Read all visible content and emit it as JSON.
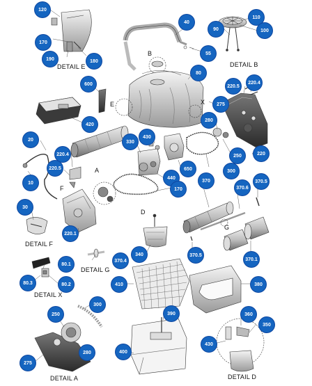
{
  "callouts": [
    {
      "id": "c120",
      "text": "120"
    },
    {
      "id": "c170a",
      "text": "170"
    },
    {
      "id": "c190",
      "text": "190"
    },
    {
      "id": "c180",
      "text": "180"
    },
    {
      "id": "c40",
      "text": "40"
    },
    {
      "id": "c110",
      "text": "110"
    },
    {
      "id": "c90",
      "text": "90"
    },
    {
      "id": "c100",
      "text": "100"
    },
    {
      "id": "c55",
      "text": "55"
    },
    {
      "id": "c80",
      "text": "80"
    },
    {
      "id": "c600",
      "text": "600"
    },
    {
      "id": "c2205a",
      "text": "220.5"
    },
    {
      "id": "c2204a",
      "text": "220.4"
    },
    {
      "id": "c275a",
      "text": "275"
    },
    {
      "id": "c420",
      "text": "420"
    },
    {
      "id": "c280a",
      "text": "280"
    },
    {
      "id": "c250a",
      "text": "250"
    },
    {
      "id": "c220",
      "text": "220"
    },
    {
      "id": "c430a",
      "text": "430"
    },
    {
      "id": "c330",
      "text": "330"
    },
    {
      "id": "c20",
      "text": "20"
    },
    {
      "id": "c2204b",
      "text": "220.4"
    },
    {
      "id": "c2205b",
      "text": "220.5"
    },
    {
      "id": "c650",
      "text": "650"
    },
    {
      "id": "c300a",
      "text": "300"
    },
    {
      "id": "c440",
      "text": "440"
    },
    {
      "id": "c10",
      "text": "10"
    },
    {
      "id": "c370",
      "text": "370"
    },
    {
      "id": "c3706",
      "text": "370.6"
    },
    {
      "id": "c3705a",
      "text": "370.5"
    },
    {
      "id": "c170b",
      "text": "170"
    },
    {
      "id": "c30",
      "text": "30"
    },
    {
      "id": "c2201",
      "text": "220.1"
    },
    {
      "id": "c340",
      "text": "340"
    },
    {
      "id": "c3705b",
      "text": "370.5"
    },
    {
      "id": "c3701",
      "text": "370.1"
    },
    {
      "id": "c3704",
      "text": "370.4"
    },
    {
      "id": "c801",
      "text": "80.1"
    },
    {
      "id": "c803",
      "text": "80.3"
    },
    {
      "id": "c802",
      "text": "80.2"
    },
    {
      "id": "c410",
      "text": "410"
    },
    {
      "id": "c380",
      "text": "380"
    },
    {
      "id": "c300b",
      "text": "300"
    },
    {
      "id": "c250b",
      "text": "250"
    },
    {
      "id": "c390",
      "text": "390"
    },
    {
      "id": "c360",
      "text": "360"
    },
    {
      "id": "c350",
      "text": "350"
    },
    {
      "id": "c430b",
      "text": "430"
    },
    {
      "id": "c400",
      "text": "400"
    },
    {
      "id": "c275b",
      "text": "275"
    },
    {
      "id": "c280b",
      "text": "280"
    }
  ],
  "details": {
    "e": "DETAIL E",
    "b": "DETAIL B",
    "f": "DETAIL F",
    "g": "DETAIL G",
    "x": "DETAIL X",
    "a": "DETAIL A",
    "d": "DETAIL D"
  },
  "letters": {
    "b": "B",
    "e": "E",
    "x": "X",
    "a": "A",
    "f": "F",
    "d": "D",
    "g": "G"
  }
}
